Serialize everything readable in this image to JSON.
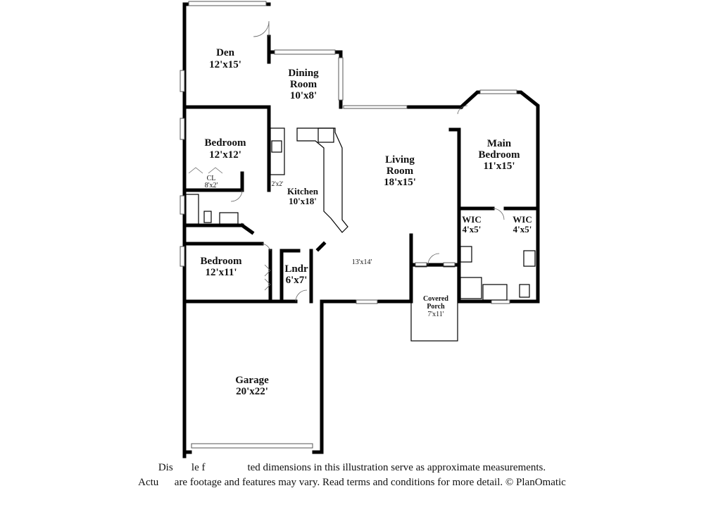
{
  "rooms": {
    "den": {
      "name": "Den",
      "dim": "12'x15'"
    },
    "dining": {
      "name1": "Dining",
      "name2": "Room",
      "dim": "10'x8'"
    },
    "bedroom1": {
      "name": "Bedroom",
      "dim": "12'x12'"
    },
    "closet": {
      "name": "CL",
      "dim": "8'x2'"
    },
    "pantry": {
      "dim": "2'x2'"
    },
    "kitchen": {
      "name": "Kitchen",
      "dim": "10'x18'"
    },
    "living": {
      "name1": "Living",
      "name2": "Room",
      "dim": "18'x15'"
    },
    "main_bedroom": {
      "name1": "Main",
      "name2": "Bedroom",
      "dim": "11'x15'"
    },
    "wic_left": {
      "name": "WIC",
      "dim": "4'x5'"
    },
    "wic_right": {
      "name": "WIC",
      "dim": "4'x5'"
    },
    "bedroom2": {
      "name": "Bedroom",
      "dim": "12'x11'"
    },
    "laundry": {
      "name": "Lndr",
      "dim": "6'x7'"
    },
    "unnamed": {
      "dim": "13'x14'"
    },
    "porch": {
      "name1": "Covered",
      "name2": "Porch",
      "dim": "7'x11'"
    },
    "garage": {
      "name": "Garage",
      "dim": "20'x22'"
    }
  },
  "disclaimer": {
    "line1": "Dis       le f                ted dimensions in this illustration serve as approximate measurements.",
    "line2": "Actu      are footage and features may vary. Read terms and conditions for more detail. © PlanOmatic"
  }
}
